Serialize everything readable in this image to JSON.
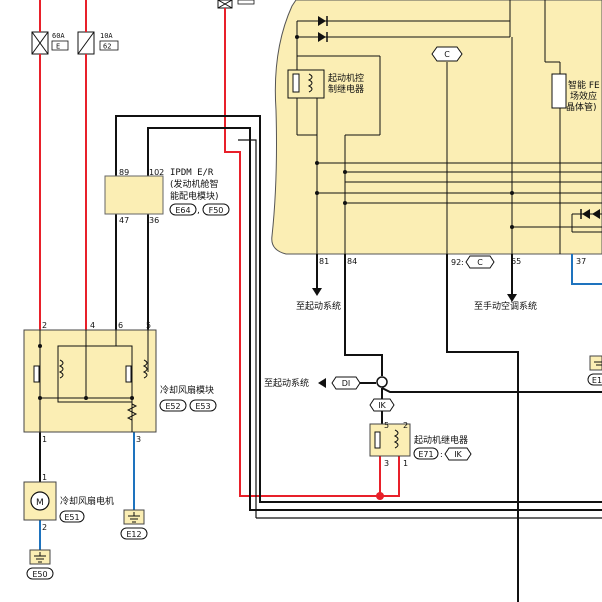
{
  "fuses": {
    "f1": {
      "rating": "60A",
      "id": "E"
    },
    "f2": {
      "rating": "10A",
      "id": "62"
    }
  },
  "ipdm": {
    "title": "IPDM E/R",
    "desc1": "(发动机舱智",
    "desc2": "能配电模块)",
    "conn1": "E64",
    "conn2": "F50",
    "pins": {
      "p89": "89",
      "p102": "102",
      "p47": "47",
      "p36": "36"
    }
  },
  "upper_module": {
    "starter_ctrl_relay_1": "起动机控",
    "starter_ctrl_relay_2": "制继电器",
    "smart_fet_1": "智能 FE",
    "smart_fet_2": "场效应",
    "smart_fet_3": "晶体管)",
    "connector_c": "C",
    "pins": {
      "p81": "81",
      "p84": "84",
      "p92": "92",
      "p65": "65",
      "p37": "37"
    },
    "conn92": "C"
  },
  "destinations": {
    "to_start1": "至起动系统",
    "to_ac": "至手动空调系统",
    "to_start2": "至起动系统"
  },
  "fan_module": {
    "title": "冷却风扇模块",
    "conn1": "E52",
    "conn2": "E53",
    "pins": {
      "p2": "2",
      "p4": "4",
      "p6": "6",
      "p5": "5",
      "p1": "1",
      "p3": "3"
    }
  },
  "starter_relay": {
    "title": "起动机继电器",
    "conn": "E71",
    "code": "IK",
    "pins": {
      "p5": "5",
      "p2": "2",
      "p3": "3",
      "p1": "1"
    }
  },
  "connectors": {
    "di": "DI",
    "ik": "IK"
  },
  "fan_motor": {
    "title": "冷却风扇电机",
    "conn": "E51",
    "pins": {
      "p1": "1",
      "p2": "2"
    }
  },
  "grounds": {
    "g1": "E50",
    "g2": "E12",
    "g3": "E1"
  },
  "colors": {
    "red": "#e8202a",
    "blue": "#1e73be",
    "black": "#111111",
    "module_fill": "#fbeeb4",
    "module_stroke": "#333333"
  }
}
